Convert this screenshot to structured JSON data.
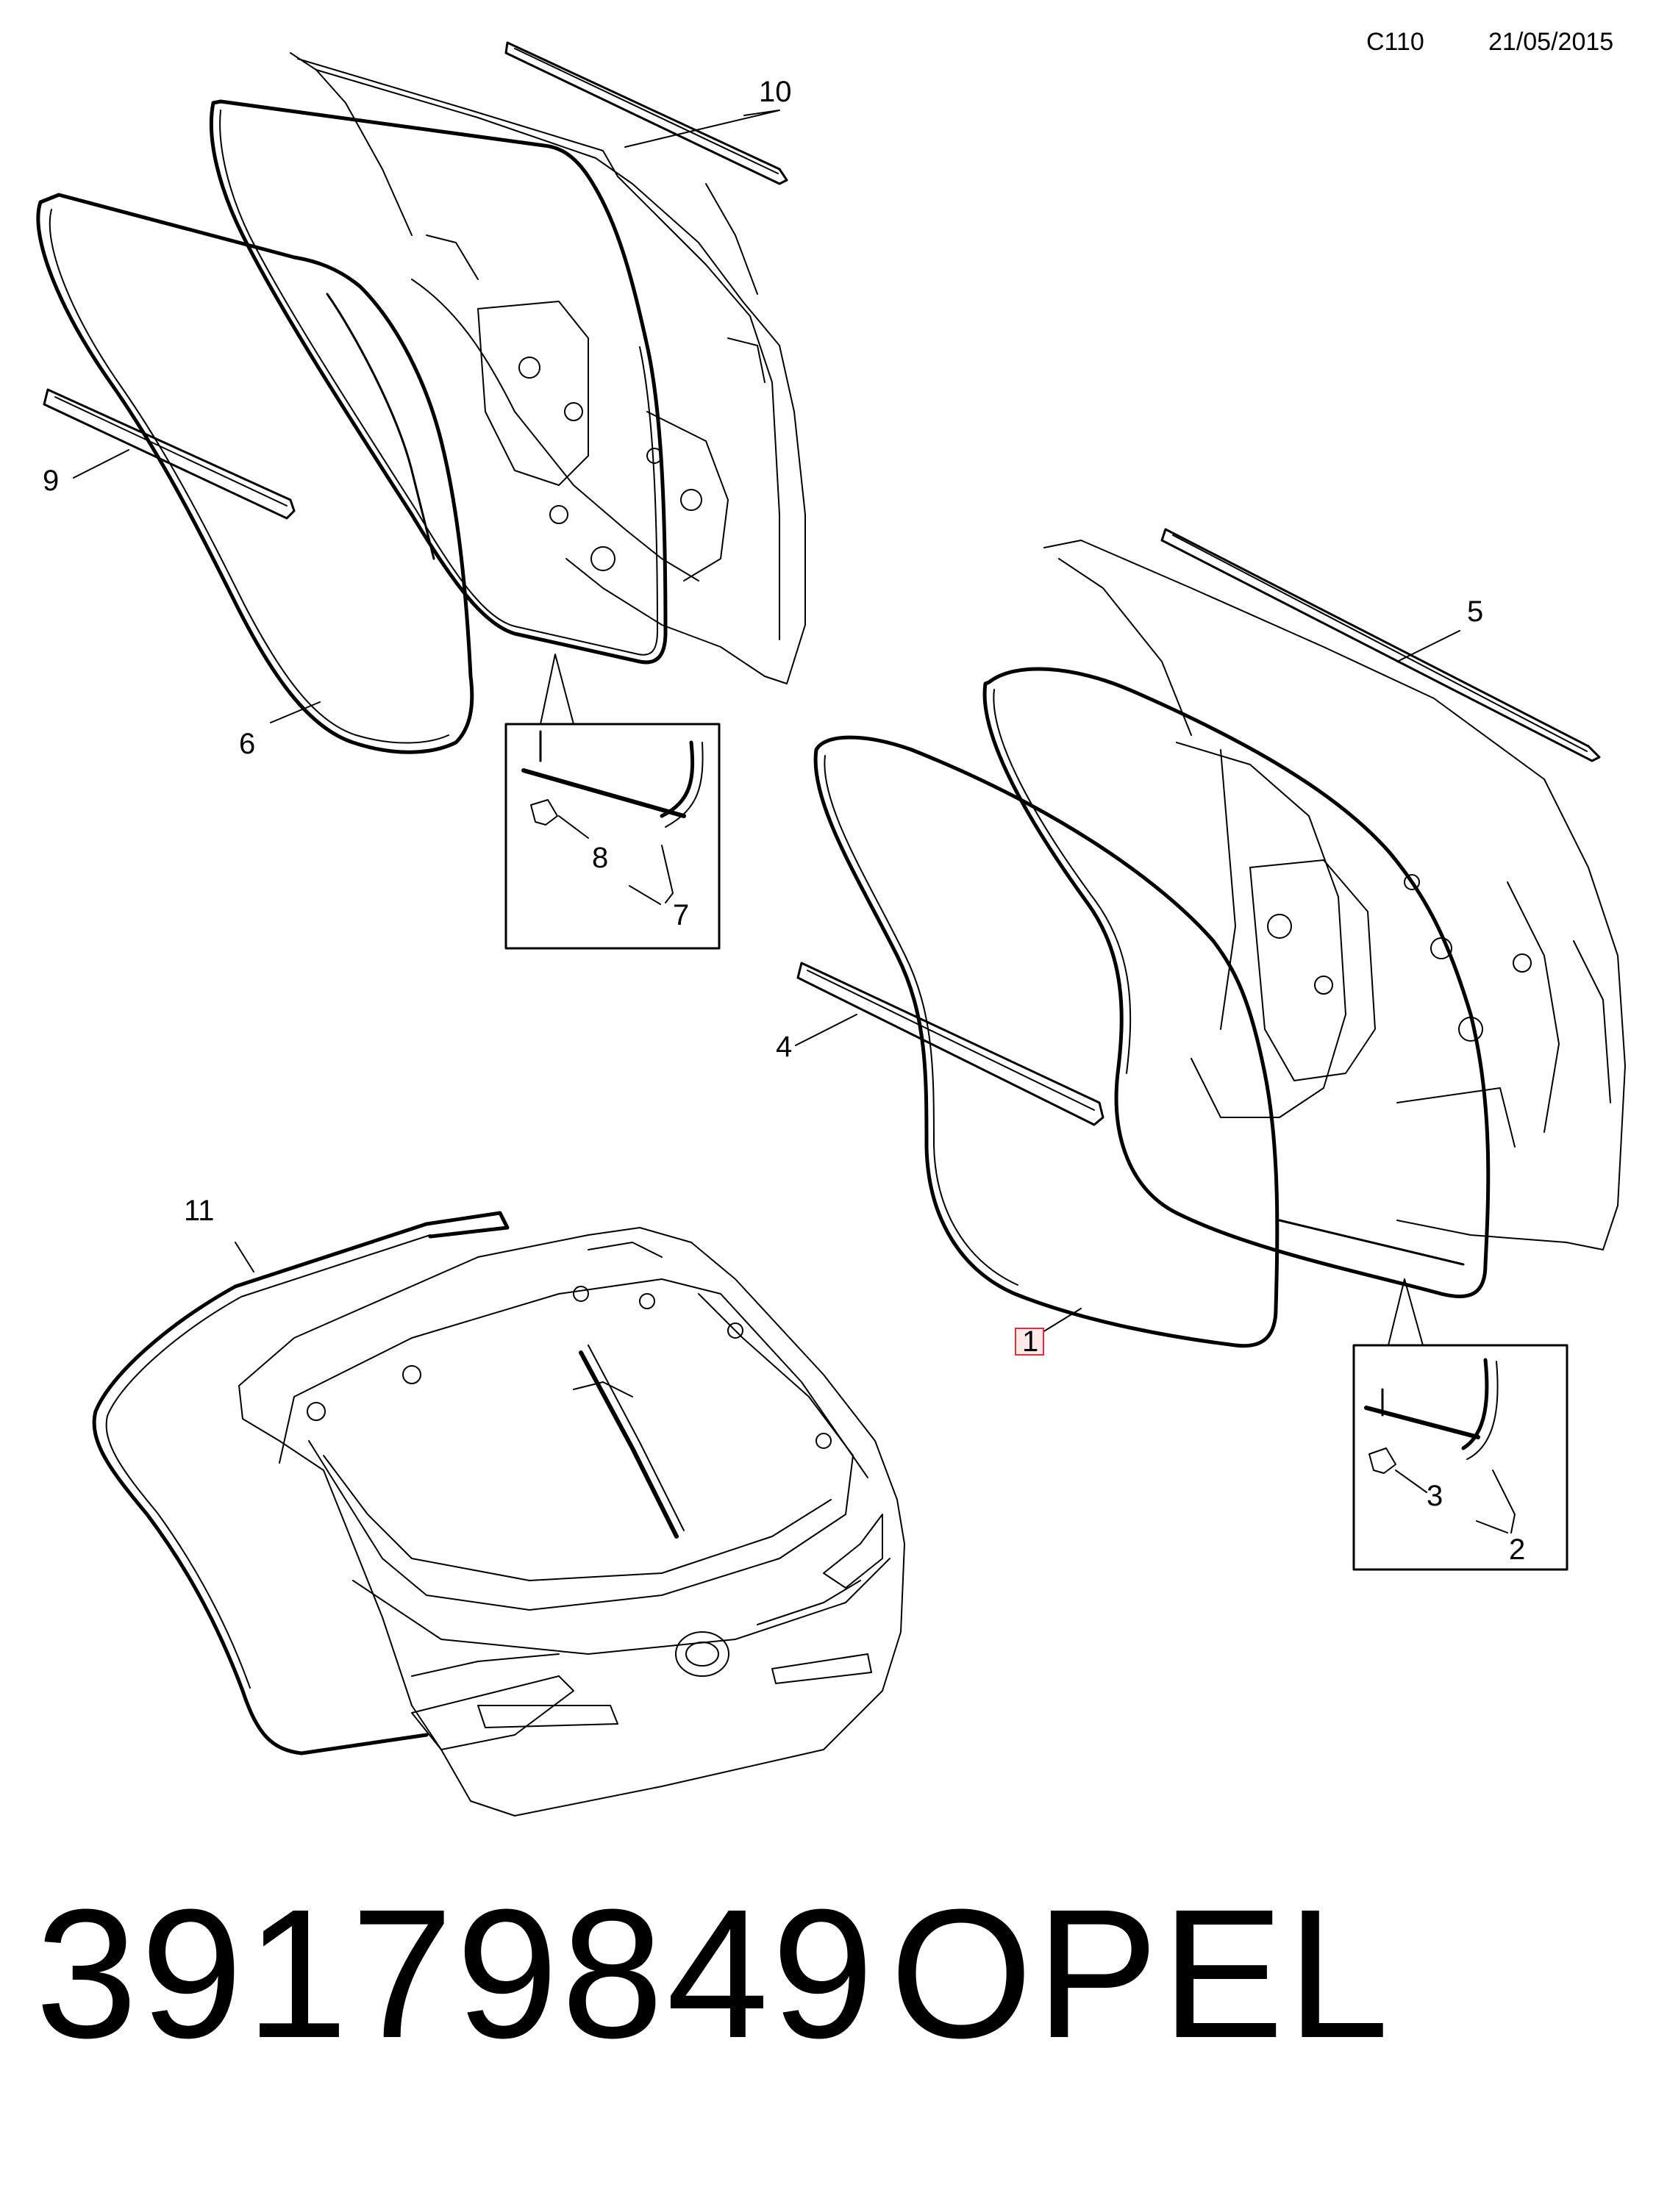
{
  "header": {
    "code": "C110",
    "date": "21/05/2015"
  },
  "callouts": {
    "c1": "1",
    "c2": "2",
    "c3": "3",
    "c4": "4",
    "c5": "5",
    "c6": "6",
    "c7": "7",
    "c8": "8",
    "c9": "9",
    "c10": "10",
    "c11": "11"
  },
  "highlight_color": "#e0303a",
  "footer": {
    "part_number": "39179849",
    "brand": "OPEL"
  }
}
